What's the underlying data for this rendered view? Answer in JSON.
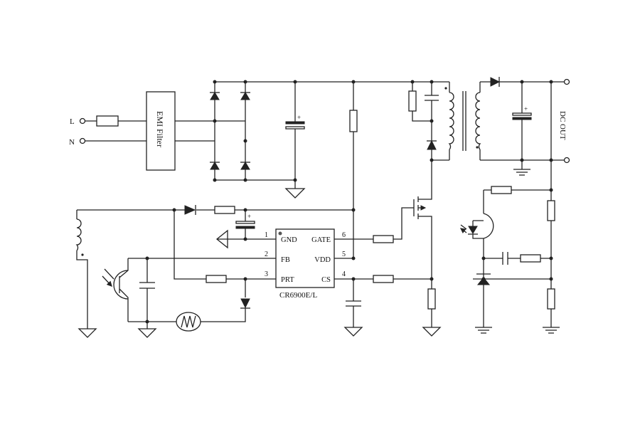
{
  "inputs": {
    "line_label": "L",
    "neutral_label": "N"
  },
  "emi_filter": {
    "label": "EMI Filter"
  },
  "ic": {
    "part_number": "CR6900E/L",
    "pins": {
      "p1": {
        "number": "1",
        "name": "GND"
      },
      "p2": {
        "number": "2",
        "name": "FB"
      },
      "p3": {
        "number": "3",
        "name": "PRT"
      },
      "p4": {
        "number": "4",
        "name": "CS"
      },
      "p5": {
        "number": "5",
        "name": "VDD"
      },
      "p6": {
        "number": "6",
        "name": "GATE"
      }
    }
  },
  "output": {
    "label": "DC OUT"
  },
  "polarity_mark": "+"
}
